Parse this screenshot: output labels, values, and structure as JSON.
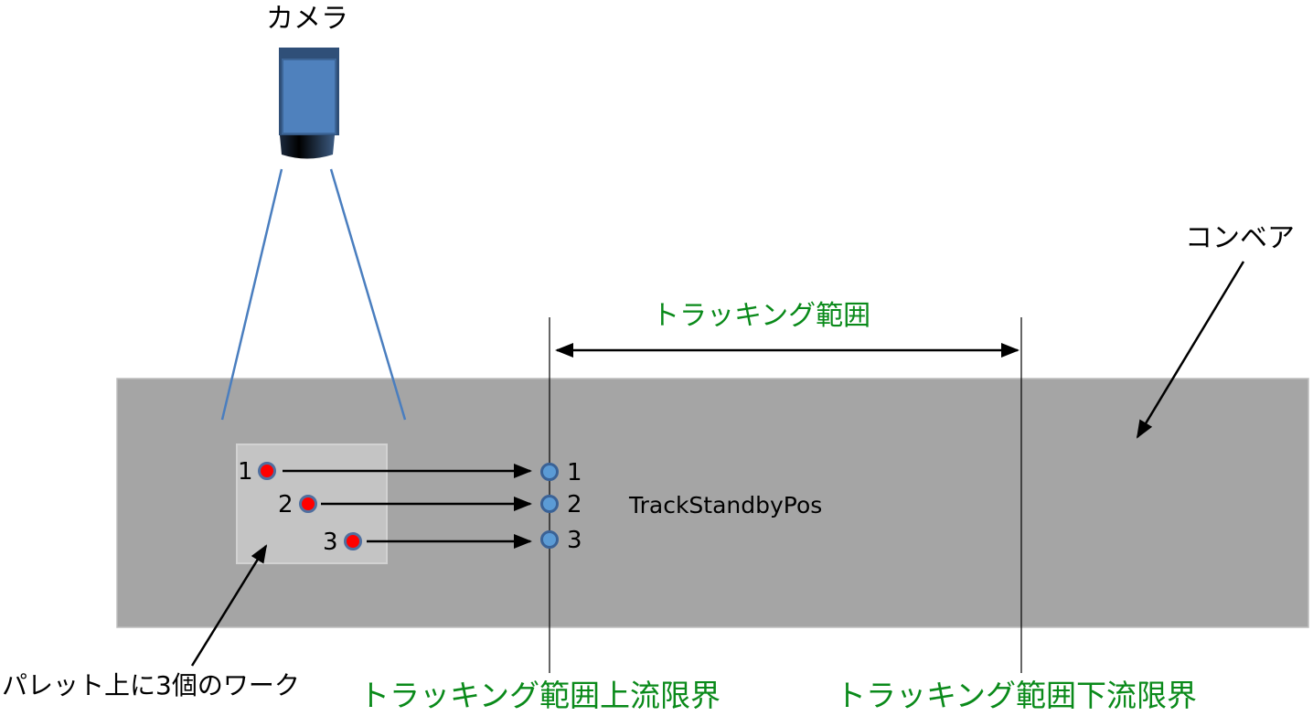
{
  "labels": {
    "camera": "カメラ",
    "conveyor": "コンベア",
    "tracking_range": "トラッキング範囲",
    "upstream_limit": "トラッキング範囲上流限界",
    "downstream_limit": "トラッキング範囲下流限界",
    "track_standby_pos": "TrackStandbyPos",
    "pallet_workpieces": "パレット上に3個のワーク"
  },
  "workpieces": [
    {
      "id": "1"
    },
    {
      "id": "2"
    },
    {
      "id": "3"
    }
  ],
  "standby_positions": [
    {
      "id": "1"
    },
    {
      "id": "2"
    },
    {
      "id": "3"
    }
  ],
  "colors": {
    "conveyor": "#a5a5a5",
    "pallet": "#c4c4c4",
    "camera_body": "#4f81bd",
    "camera_lines": "#4a7ebf",
    "workpiece_fill": "#ff0000",
    "workpiece_ring": "#4f6f9f",
    "standby_fill": "#5b9bd5",
    "standby_ring": "#3a6296",
    "label_green": "#0a8a1a"
  }
}
